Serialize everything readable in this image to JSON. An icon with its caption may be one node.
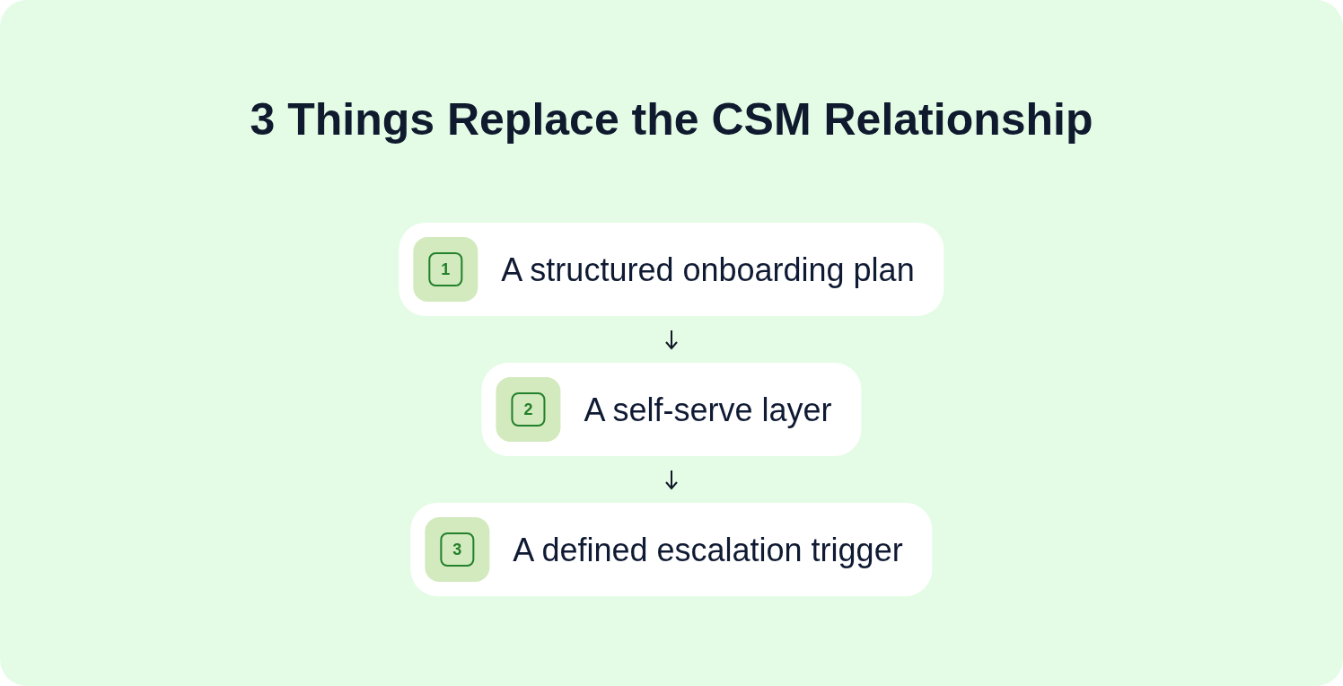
{
  "diagram": {
    "title": "3 Things Replace the CSM Relationship",
    "nodes": [
      {
        "text": [
          "1",
          "A structured onboarding plan"
        ]
      },
      {
        "text": [
          "2",
          "A self-serve layer"
        ]
      },
      {
        "text": [
          "3",
          "A defined escalation trigger"
        ]
      }
    ],
    "edges": [
      {
        "from": 0,
        "to": 1,
        "arrow": "to"
      },
      {
        "from": 1,
        "to": 2,
        "arrow": "to"
      }
    ]
  }
}
